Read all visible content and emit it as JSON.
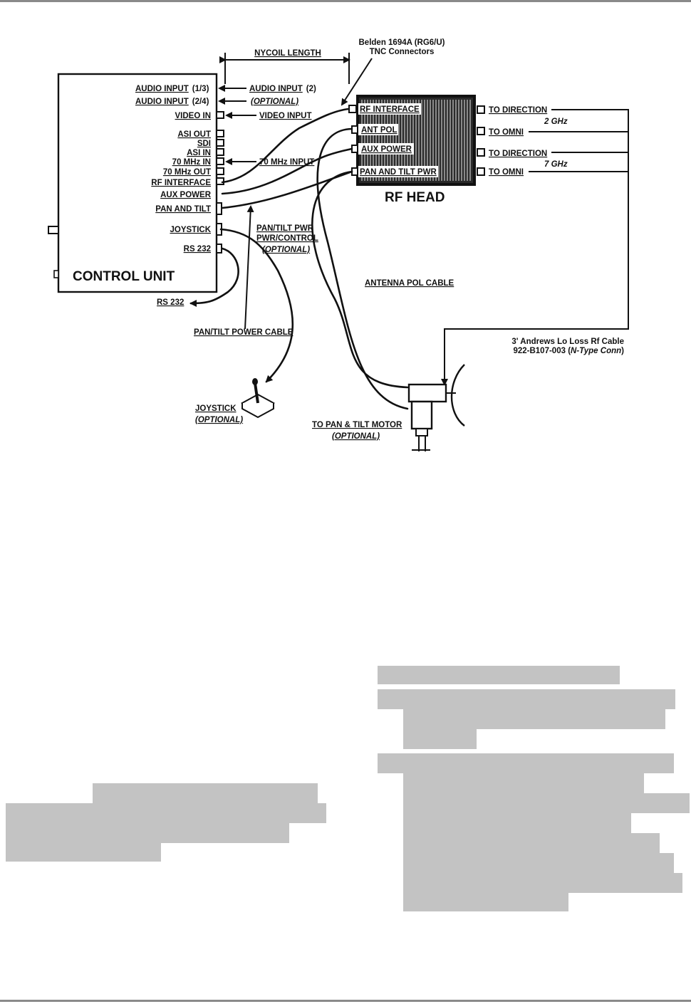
{
  "control_unit": {
    "title": "CONTROL UNIT",
    "ports": {
      "audio_1_3": "AUDIO INPUT",
      "audio_1_3_suffix": "(1/3)",
      "audio_2_4": "AUDIO INPUT",
      "audio_2_4_suffix": "(2/4)",
      "video_in": "VIDEO IN",
      "asi_out": "ASI OUT",
      "sdi": "SDI",
      "asi_in": "ASI IN",
      "mhz70_in": "70 MHz IN",
      "mhz70_out": "70 MHz OUT",
      "rf_interface": "RF INTERFACE",
      "aux_power": "AUX POWER",
      "pan_and_tilt": "PAN AND TILT",
      "joystick": "JOYSTICK",
      "rs232": "RS 232"
    }
  },
  "inputs": {
    "audio_input": "AUDIO INPUT",
    "audio_input_suffix": "(2)",
    "optional": "(OPTIONAL)",
    "video_input": "VIDEO INPUT",
    "mhz70_input": "70 MHz INPUT"
  },
  "nycoil_length": "NYCOIL LENGTH",
  "belden_line1": "Belden 1694A (RG6/U)",
  "belden_line2": "TNC Connectors",
  "rf_head": {
    "title": "RF HEAD",
    "ports": {
      "rf_interface": "RF INTERFACE",
      "ant_pol": "ANT POL",
      "aux_power": "AUX POWER",
      "pan_tilt_pwr": "PAN AND TILT PWR"
    },
    "outputs": {
      "dir_2": "TO DIRECTION",
      "omni_2": "TO OMNI",
      "band_2": "2 GHz",
      "dir_7": "TO DIRECTION",
      "omni_7": "TO OMNI",
      "band_7": "7 GHz"
    }
  },
  "labels": {
    "pan_tilt_pwr_1": "PAN/TILT PWR",
    "pan_tilt_pwr_2": "PWR/CONTROL",
    "pan_tilt_pwr_3": "(OPTIONAL)",
    "rs232_out": "RS 232",
    "antenna_pol_cable": "ANTENNA POL CABLE",
    "pan_tilt_power_cable": "PAN/TILT POWER CABLE",
    "andrews_line1": "3' Andrews Lo Loss Rf Cable",
    "andrews_line2_prefix": "922-B107-003 (",
    "andrews_line2_ital": "N-Type Conn",
    "andrews_line2_suffix": ")",
    "joystick": "JOYSTICK",
    "joystick_optional": "(OPTIONAL)",
    "to_pan_tilt_motor": "TO PAN & TILT MOTOR",
    "to_pan_tilt_motor_optional": "(OPTIONAL)"
  }
}
